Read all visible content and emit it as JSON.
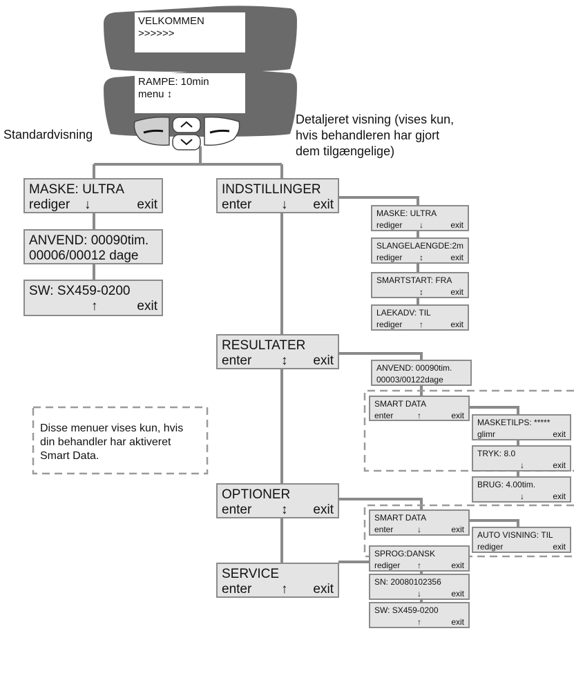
{
  "display1": {
    "line1": "VELKOMMEN",
    "line2": ">>>>>>"
  },
  "display2": {
    "line1": "RAMPE:  10min",
    "line2": "menu    ↕"
  },
  "labels": {
    "standard": "Standardvisning",
    "detailed": [
      "Detaljeret visning (vises kun,",
      "hvis behandleren har gjort",
      "dem tilgængelige)"
    ]
  },
  "note": [
    "Disse menuer vises kun, hvis",
    "din behandler har aktiveret",
    "Smart Data."
  ],
  "menus": {
    "maske": {
      "t": "MASKE:  ULTRA",
      "a": "rediger",
      "b": "↓",
      "c": "exit"
    },
    "anvend": {
      "t": "ANVEND:   00090tim.",
      "a": "00006/00012 dage",
      "b": "",
      "c": ""
    },
    "sw": {
      "t": "SW: SX459-0200",
      "a": "",
      "b": "↑",
      "c": "exit"
    },
    "indstillinger": {
      "t": "INDSTILLINGER",
      "a": "enter",
      "b": "↓",
      "c": "exit"
    },
    "resultater": {
      "t": "RESULTATER",
      "a": "enter",
      "b": "↕",
      "c": "exit"
    },
    "optioner": {
      "t": "OPTIONER",
      "a": "enter",
      "b": "↕",
      "c": "exit"
    },
    "service": {
      "t": "SERVICE",
      "a": "enter",
      "b": "↑",
      "c": "exit"
    }
  },
  "sub": {
    "ind_maske": {
      "t": "MASKE:  ULTRA",
      "a": "rediger",
      "b": "↓",
      "c": "exit"
    },
    "slange": {
      "t": "SLANGELAENGDE:2m",
      "a": "rediger",
      "b": "↕",
      "c": "exit"
    },
    "smartstart": {
      "t": "SMARTSTART: FRA",
      "a": "",
      "b": "↕",
      "c": "exit"
    },
    "laekadv": {
      "t": "LAEKADV: TIL",
      "a": "rediger",
      "b": "↑",
      "c": "exit"
    },
    "res_anvend": {
      "t": "ANVEND: 00090tim.",
      "a": "00003/00122dage",
      "b": "",
      "c": ""
    },
    "res_smart": {
      "t": "SMART DATA",
      "a": "enter",
      "b": "↑",
      "c": "exit"
    },
    "masketilps": {
      "t": "MASKETILPS: *****",
      "a": "glimr",
      "b": "",
      "c": "exit"
    },
    "tryk": {
      "t": "TRYK: 8.0",
      "a": "",
      "b": "↓",
      "c": "exit"
    },
    "brug": {
      "t": "BRUG:   4.00tim.",
      "a": "",
      "b": "↓",
      "c": "exit"
    },
    "opt_smart": {
      "t": "SMART DATA",
      "a": "enter",
      "b": "↓",
      "c": "exit"
    },
    "auto": {
      "t": "AUTO VISNING: TIL",
      "a": "rediger",
      "b": "",
      "c": "exit"
    },
    "sprog": {
      "t": "SPROG:DANSK",
      "a": "rediger",
      "b": "↑",
      "c": "exit"
    },
    "sn": {
      "t": "SN: 20080102356",
      "a": "",
      "b": "↓",
      "c": "exit"
    },
    "sw2": {
      "t": "SW: SX459-0200",
      "a": "",
      "b": "↑",
      "c": "exit"
    }
  }
}
